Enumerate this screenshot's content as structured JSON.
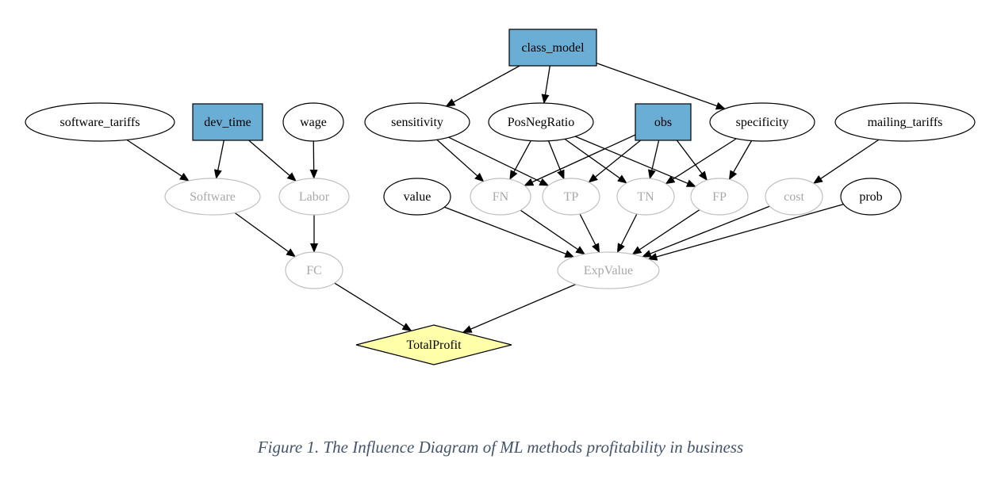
{
  "colors": {
    "decision_fill": "#6aaed6",
    "utility_fill": "#ffffaa",
    "chance_stroke": "#000000",
    "deterministic_stroke": "#c0c0c0",
    "deterministic_text": "#a8a8a8",
    "edge": "#000000",
    "caption": "#44546a"
  },
  "nodes": [
    {
      "id": "class_model",
      "label": "class_model",
      "kind": "decision"
    },
    {
      "id": "software_tariffs",
      "label": "software_tariffs",
      "kind": "chance"
    },
    {
      "id": "dev_time",
      "label": "dev_time",
      "kind": "decision"
    },
    {
      "id": "wage",
      "label": "wage",
      "kind": "chance"
    },
    {
      "id": "sensitivity",
      "label": "sensitivity",
      "kind": "chance"
    },
    {
      "id": "PosNegRatio",
      "label": "PosNegRatio",
      "kind": "chance"
    },
    {
      "id": "obs",
      "label": "obs",
      "kind": "decision"
    },
    {
      "id": "specificity",
      "label": "specificity",
      "kind": "chance"
    },
    {
      "id": "mailing_tariffs",
      "label": "mailing_tariffs",
      "kind": "chance"
    },
    {
      "id": "Software",
      "label": "Software",
      "kind": "deterministic"
    },
    {
      "id": "Labor",
      "label": "Labor",
      "kind": "deterministic"
    },
    {
      "id": "value",
      "label": "value",
      "kind": "chance"
    },
    {
      "id": "FN",
      "label": "FN",
      "kind": "deterministic"
    },
    {
      "id": "TP",
      "label": "TP",
      "kind": "deterministic"
    },
    {
      "id": "TN",
      "label": "TN",
      "kind": "deterministic"
    },
    {
      "id": "FP",
      "label": "FP",
      "kind": "deterministic"
    },
    {
      "id": "cost",
      "label": "cost",
      "kind": "deterministic"
    },
    {
      "id": "prob",
      "label": "prob",
      "kind": "chance"
    },
    {
      "id": "FC",
      "label": "FC",
      "kind": "deterministic"
    },
    {
      "id": "ExpValue",
      "label": "ExpValue",
      "kind": "deterministic"
    },
    {
      "id": "TotalProfit",
      "label": "TotalProfit",
      "kind": "utility"
    }
  ],
  "edges": [
    [
      "class_model",
      "sensitivity"
    ],
    [
      "class_model",
      "PosNegRatio"
    ],
    [
      "class_model",
      "specificity"
    ],
    [
      "software_tariffs",
      "Software"
    ],
    [
      "dev_time",
      "Software"
    ],
    [
      "dev_time",
      "Labor"
    ],
    [
      "wage",
      "Labor"
    ],
    [
      "sensitivity",
      "FN"
    ],
    [
      "sensitivity",
      "TP"
    ],
    [
      "PosNegRatio",
      "FN"
    ],
    [
      "PosNegRatio",
      "TP"
    ],
    [
      "PosNegRatio",
      "TN"
    ],
    [
      "PosNegRatio",
      "FP"
    ],
    [
      "obs",
      "FN"
    ],
    [
      "obs",
      "TP"
    ],
    [
      "obs",
      "TN"
    ],
    [
      "obs",
      "FP"
    ],
    [
      "specificity",
      "TN"
    ],
    [
      "specificity",
      "FP"
    ],
    [
      "mailing_tariffs",
      "cost"
    ],
    [
      "Software",
      "FC"
    ],
    [
      "Labor",
      "FC"
    ],
    [
      "value",
      "ExpValue"
    ],
    [
      "FN",
      "ExpValue"
    ],
    [
      "TP",
      "ExpValue"
    ],
    [
      "TN",
      "ExpValue"
    ],
    [
      "FP",
      "ExpValue"
    ],
    [
      "cost",
      "ExpValue"
    ],
    [
      "prob",
      "ExpValue"
    ],
    [
      "FC",
      "TotalProfit"
    ],
    [
      "ExpValue",
      "TotalProfit"
    ]
  ],
  "caption": "Figure 1. The Influence Diagram of ML methods profitability in business"
}
